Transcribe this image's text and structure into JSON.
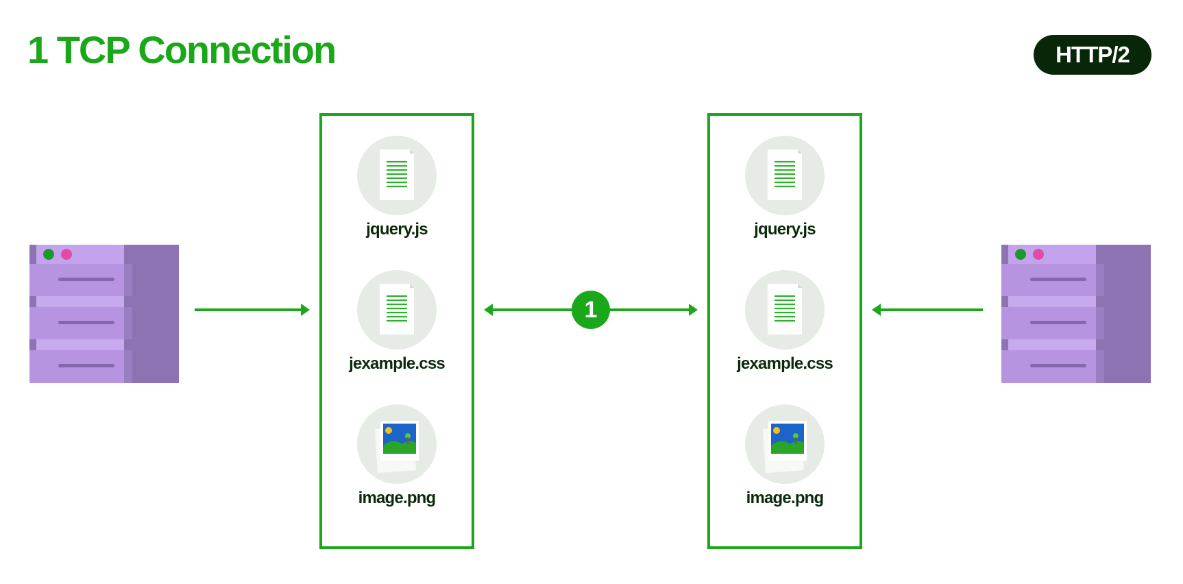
{
  "title": "1 TCP Connection",
  "protocol_badge": "HTTP/2",
  "connection_count": "1",
  "colors": {
    "accent_green": "#1aa81a",
    "badge_bg": "#082708",
    "server_purple": "#b794e0",
    "server_dark": "#8a70b0",
    "file_bg": "#e6ebe6",
    "label_text": "#0b2a0b"
  },
  "client": {
    "icon": "server-icon",
    "files": [
      {
        "name": "jquery.js",
        "icon": "document-icon"
      },
      {
        "name": "jexample.css",
        "icon": "document-icon"
      },
      {
        "name": "image.png",
        "icon": "image-icon"
      }
    ]
  },
  "server": {
    "icon": "server-icon",
    "files": [
      {
        "name": "jquery.js",
        "icon": "document-icon"
      },
      {
        "name": "jexample.css",
        "icon": "document-icon"
      },
      {
        "name": "image.png",
        "icon": "image-icon"
      }
    ]
  }
}
